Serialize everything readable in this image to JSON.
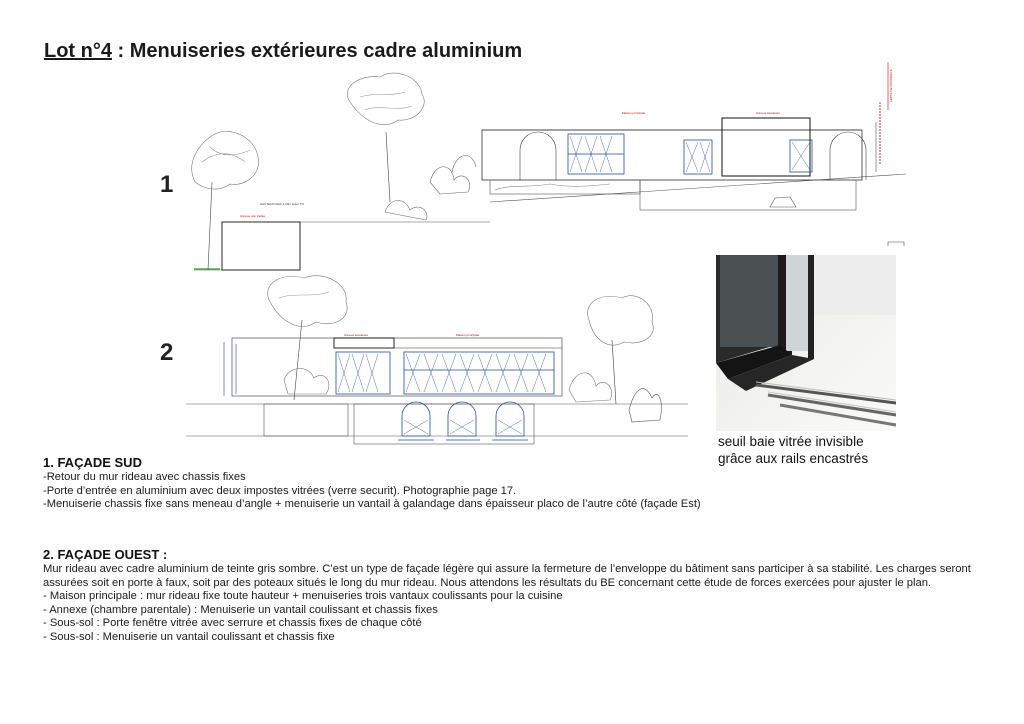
{
  "title": {
    "lot": "Lot n°4",
    "rest": " : Menuiseries extérieures cadre aluminium"
  },
  "figures": {
    "fig1_number": "1",
    "fig2_number": "2"
  },
  "photo": {
    "caption_line1": "seuil baie vitrée invisible",
    "caption_line2": "grâce aux rails encastrés"
  },
  "section_sud": {
    "heading": "1. FAÇADE SUD",
    "lines": [
      "-Retour du mur rideau avec chassis fixes",
      "-Porte d’entrée en aluminium avec deux impostes vitrées (verre securit). Photographie page 17.",
      "-Menuiserie chassis fixe sans meneau d’angle +  menuiserie un vantail à galandage dans épaisseur placo de l’autre côté (façade Est)"
    ]
  },
  "section_ouest": {
    "heading": "2. FAÇADE OUEST :",
    "paragraph": "Mur rideau avec cadre aluminium de teinte gris sombre. C’est un type de façade légère qui assure la fermeture de l’enveloppe du bâtiment sans participer à sa stabilité. Les charges seront assurées soit en porte à faux, soit par des poteaux situés le long du mur rideau. Nous attendons les résultats du BE concernant cette étude de forces exercées pour ajuster le plan.",
    "lines": [
      "- Maison principale : mur rideau fixe toute hauteur + menuiseries trois vantaux coulissants pour la cuisine",
      "- Annexe (chambre parentale) : Menuiserie un vantail coulissant et chassis fixes",
      "- Sous-sol : Porte fenêtre vitrée avec serrure et chassis fixes de chaque côté",
      "- Sous-sol : Menuiserie un vantail coulissant et chassis fixe"
    ]
  },
  "drawing_labels": {
    "fig1_height_note": "HAUTEUR MAX 3,20m selon TN",
    "fig1_annexe": "Annexe non traitée",
    "fig1_maison": "Maison principale",
    "fig1_annexe2": "Annexe surélevée",
    "fig1_limite": "LIMITE DE PROPRIETE",
    "fig2_annexe": "Annexe surélevée",
    "fig2_maison": "Maison principale"
  },
  "colors": {
    "title": "#1a1a1a",
    "window_blue": "#1f4e9a",
    "annotation_red": "#cc0000",
    "line_gray": "#555555"
  }
}
